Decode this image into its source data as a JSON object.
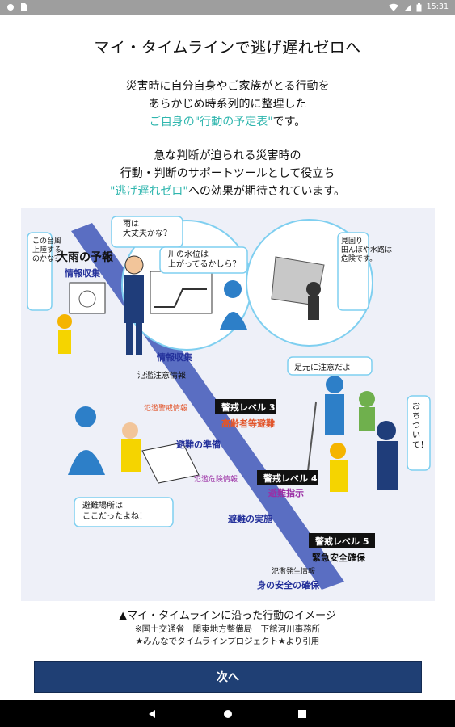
{
  "status_bar": {
    "time": "15:31",
    "icons": [
      "notification-icon",
      "sd-card-icon",
      "wifi-icon",
      "signal-icon",
      "battery-icon"
    ]
  },
  "page": {
    "title": "マイ・タイムラインで逃げ遅れゼロへ",
    "intro_line1": "災害時に自分自身やご家族がとる行動を",
    "intro_line2": "あらかじめ時系列的に整理した",
    "intro_line3_highlight": "ご自身の\"行動の予定表\"",
    "intro_line3_rest": "です。",
    "intro2_line1": "急な判断が迫られる災害時の",
    "intro2_line2": "行動・判断のサポートツールとして役立ち",
    "intro2_line3_highlight": "\"逃げ遅れゼロ\"",
    "intro2_line3_rest": "への効果が期待されています。"
  },
  "illustration": {
    "bubble_weather": "雨は\n大丈夫かな？",
    "bubble_typhoon": "この台風\n上陸する\nのかな？",
    "heavy_rain_forecast": "大雨の予報",
    "info_gathering_1": "情報収集",
    "bubble_river": "川の水位は\n上がってるかしら？",
    "bubble_rice_field": "見回り\n田んぼや水路は\n危険です。",
    "info_gathering_2": "情報収集",
    "flood_caution_info": "氾濫注意情報",
    "flood_warning_info": "氾濫警戒情報",
    "alert_level_3": "警戒レベル 3",
    "elderly_evacuation": "高齢者等避難",
    "evacuation_prep": "避難の準備",
    "bubble_footing": "足元に注意だよ",
    "bubble_calm": "おちついて！",
    "flood_danger_info": "氾濫危険情報",
    "alert_level_4": "警戒レベル 4",
    "evacuation_order": "避難指示",
    "bubble_shelter": "避難場所は\nここだったよね！",
    "evacuation_action": "避難の実施",
    "alert_level_5": "警戒レベル 5",
    "emergency_safety": "緊急安全確保",
    "flood_occurrence_info": "氾濫発生情報",
    "safety_secure": "身の安全の確保",
    "colors": {
      "band": "#3f57b8",
      "level_badge": "#111111",
      "orange_text": "#e2552b",
      "purple_text": "#9b2fa5",
      "navy_text": "#222f9a"
    }
  },
  "caption": {
    "main": "▲マイ・タイムラインに沿った行動のイメージ",
    "source": "※国土交通省　関東地方整備局　下館河川事務所",
    "credit": "★みんなでタイムラインプロジェクト★より引用"
  },
  "next_button": {
    "label": "次へ"
  },
  "nav": {
    "back": "back-icon",
    "home": "home-icon",
    "recents": "recents-icon"
  }
}
